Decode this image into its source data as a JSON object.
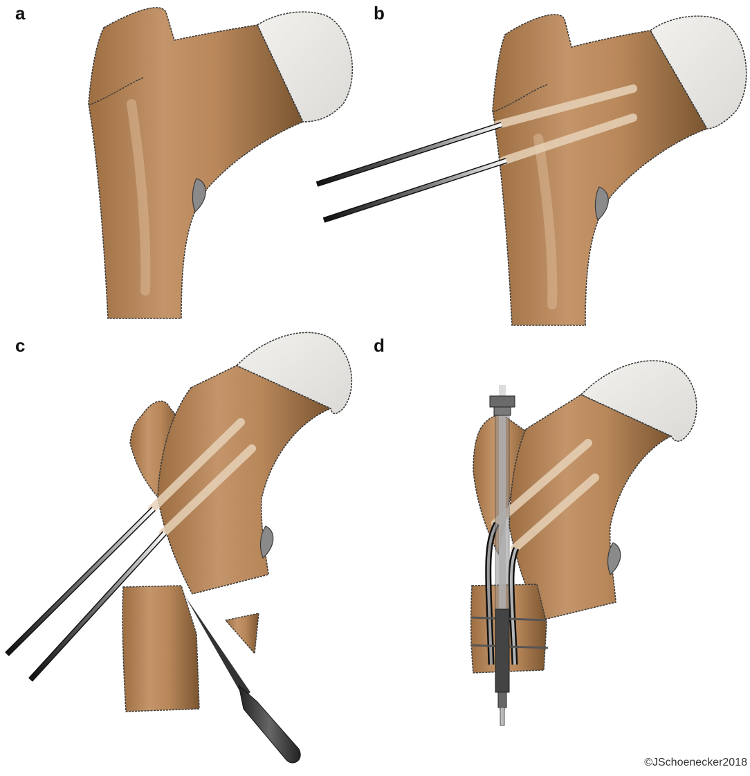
{
  "panels": {
    "a": "a",
    "b": "b",
    "c": "c",
    "d": "d"
  },
  "copyright": "©JSchoenecker2018",
  "colors": {
    "bone": "#b8875a",
    "bone_shadow": "#7a5530",
    "cartilage": "#ecebe8",
    "outline": "#3a3a3a",
    "wire_dark": "#1a1a1a",
    "wire_light": "#ffffff",
    "background": "#ffffff"
  },
  "icons": [
    "kirschner-wire",
    "osteotome",
    "cannulated-screw"
  ]
}
